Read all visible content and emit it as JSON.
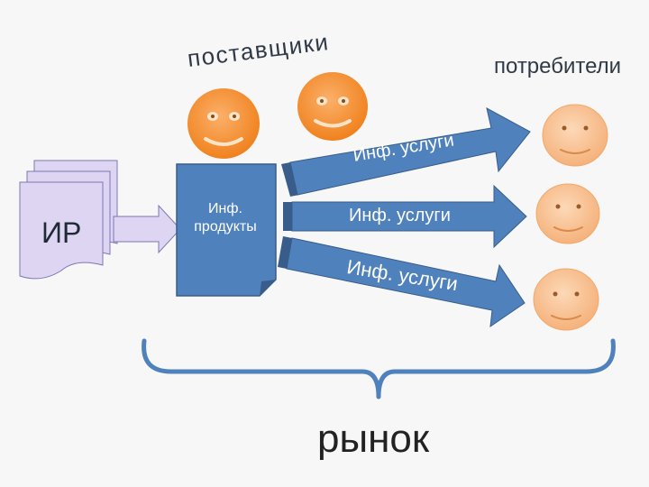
{
  "labels": {
    "suppliers": "поставщики",
    "consumers": "потребители",
    "market": "рынок",
    "info_resources": "ИР",
    "info_products": "Инф. продукты",
    "info_services_top": "Инф. услуги",
    "info_services_middle": "Инф. услуги",
    "info_services_bottom": "Инф. услуги"
  },
  "colors": {
    "arrow_blue": "#4f81bd",
    "smiley_orange": "#f79646",
    "consumer_peach": "#f9c69a",
    "doc_lavender": "#ddd5f2",
    "brace_blue": "#4f81bd"
  },
  "icons": {
    "suppliers": [
      "smiley-face-icon",
      "smiley-face-icon"
    ],
    "consumers": [
      "smiley-face-icon",
      "smiley-face-icon",
      "smiley-face-icon"
    ],
    "documents": "document-stack-icon"
  }
}
